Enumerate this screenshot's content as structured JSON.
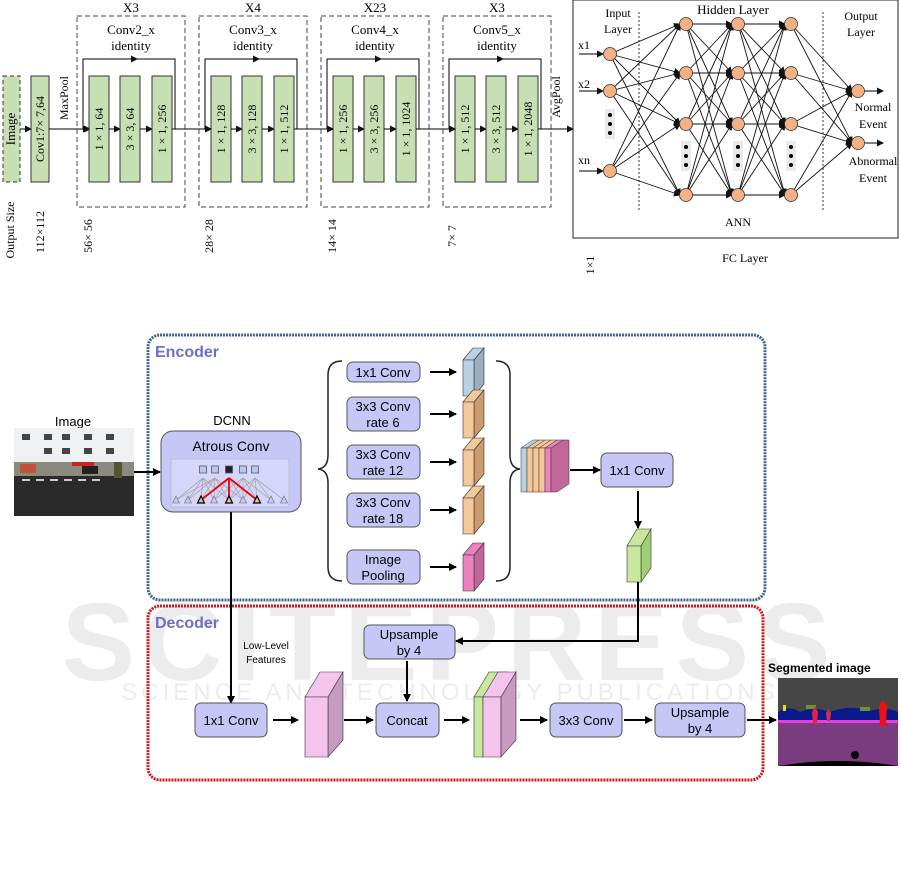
{
  "resnet": {
    "input_label": "Image",
    "conv1_label": "Cov1:7× 7,64",
    "maxpool_label": "MaxPool",
    "avgpool_label": "AvgPool",
    "output_size_label": "Output Size",
    "sizes": [
      "112×112",
      "56× 56",
      "28× 28",
      "14× 14",
      "7× 7",
      "1×1"
    ],
    "stages": [
      {
        "repeat": "X3",
        "name": "Conv2_x",
        "sub": "identity",
        "layers": [
          "1 × 1, 64",
          "3 × 3, 64",
          "1 × 1, 256"
        ]
      },
      {
        "repeat": "X4",
        "name": "Conv3_x",
        "sub": "identity",
        "layers": [
          "1 × 1, 128",
          "3 × 3, 128",
          "1 × 1, 512"
        ]
      },
      {
        "repeat": "X23",
        "name": "Conv4_x",
        "sub": "identity",
        "layers": [
          "1 × 1, 256",
          "3 × 3, 256",
          "1 × 1, 1024"
        ]
      },
      {
        "repeat": "X3",
        "name": "Conv5_x",
        "sub": "identity",
        "layers": [
          "1 × 1, 512",
          "3 × 3, 512",
          "1 × 1, 2048"
        ]
      }
    ],
    "ann": {
      "input_layer": [
        "Input",
        "Layer"
      ],
      "hidden_layer": "Hidden Layer",
      "output_layer": [
        "Output",
        "Layer"
      ],
      "inputs": [
        "x1",
        "x2",
        "xn"
      ],
      "outputs": [
        [
          "Normal",
          "Event"
        ],
        [
          "Abnormal",
          "Event"
        ]
      ],
      "caption": "ANN",
      "fc_label": "FC Layer"
    },
    "colors": {
      "block_fill": "#c6e0b4",
      "node_fill": "#f4b183"
    }
  },
  "deeplab": {
    "image_label": "Image",
    "encoder_label": "Encoder",
    "decoder_label": "Decoder",
    "dcnn_label": "DCNN",
    "atrous_label": "Atrous Conv",
    "aspp": [
      [
        "1x1 Conv"
      ],
      [
        "3x3 Conv",
        "rate 6"
      ],
      [
        "3x3 Conv",
        "rate 12"
      ],
      [
        "3x3 Conv",
        "rate 18"
      ],
      [
        "Image",
        "Pooling"
      ]
    ],
    "encoder_conv": "1x1 Conv",
    "low_level_label": [
      "Low-Level",
      "Features"
    ],
    "decoder_conv": "1x1 Conv",
    "upsample1": [
      "Upsample",
      "by 4"
    ],
    "concat": "Concat",
    "conv3x3": "3x3 Conv",
    "upsample2": [
      "Upsample",
      "by 4"
    ],
    "segmented_label": "Segmented image",
    "colors": {
      "box_fill": "#c7c7f7",
      "encoder_border": "#3e6691",
      "decoder_border": "#cc1a1a",
      "label_color": "#6d6dcc",
      "map_blue": "#b9d2e3",
      "map_orange": "#f5c89b",
      "map_pink": "#ee82c0",
      "map_green": "#a4d37c",
      "map_lilac": "#f4c4ef"
    }
  },
  "watermark": {
    "big": "SCITEPRESS",
    "small": "SCIENCE AND TECHNOLOGY PUBLICATIONS"
  }
}
